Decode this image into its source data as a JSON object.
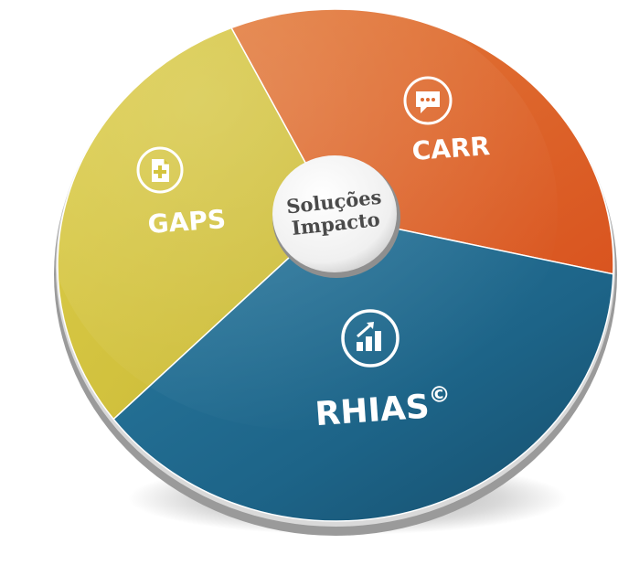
{
  "diagram": {
    "center": {
      "line1": "Soluções",
      "line2": "Impacto"
    },
    "segments": [
      {
        "id": "gaps",
        "label": "GAPS",
        "icon": "document-plus-icon",
        "color": "#d4c43e"
      },
      {
        "id": "carr",
        "label": "CARR",
        "icon": "speech-bubble-icon",
        "color": "#de6a30"
      },
      {
        "id": "rhias",
        "label": "RHIAS",
        "suffix": "©",
        "icon": "growth-chart-icon",
        "color": "#1d6488"
      }
    ]
  }
}
